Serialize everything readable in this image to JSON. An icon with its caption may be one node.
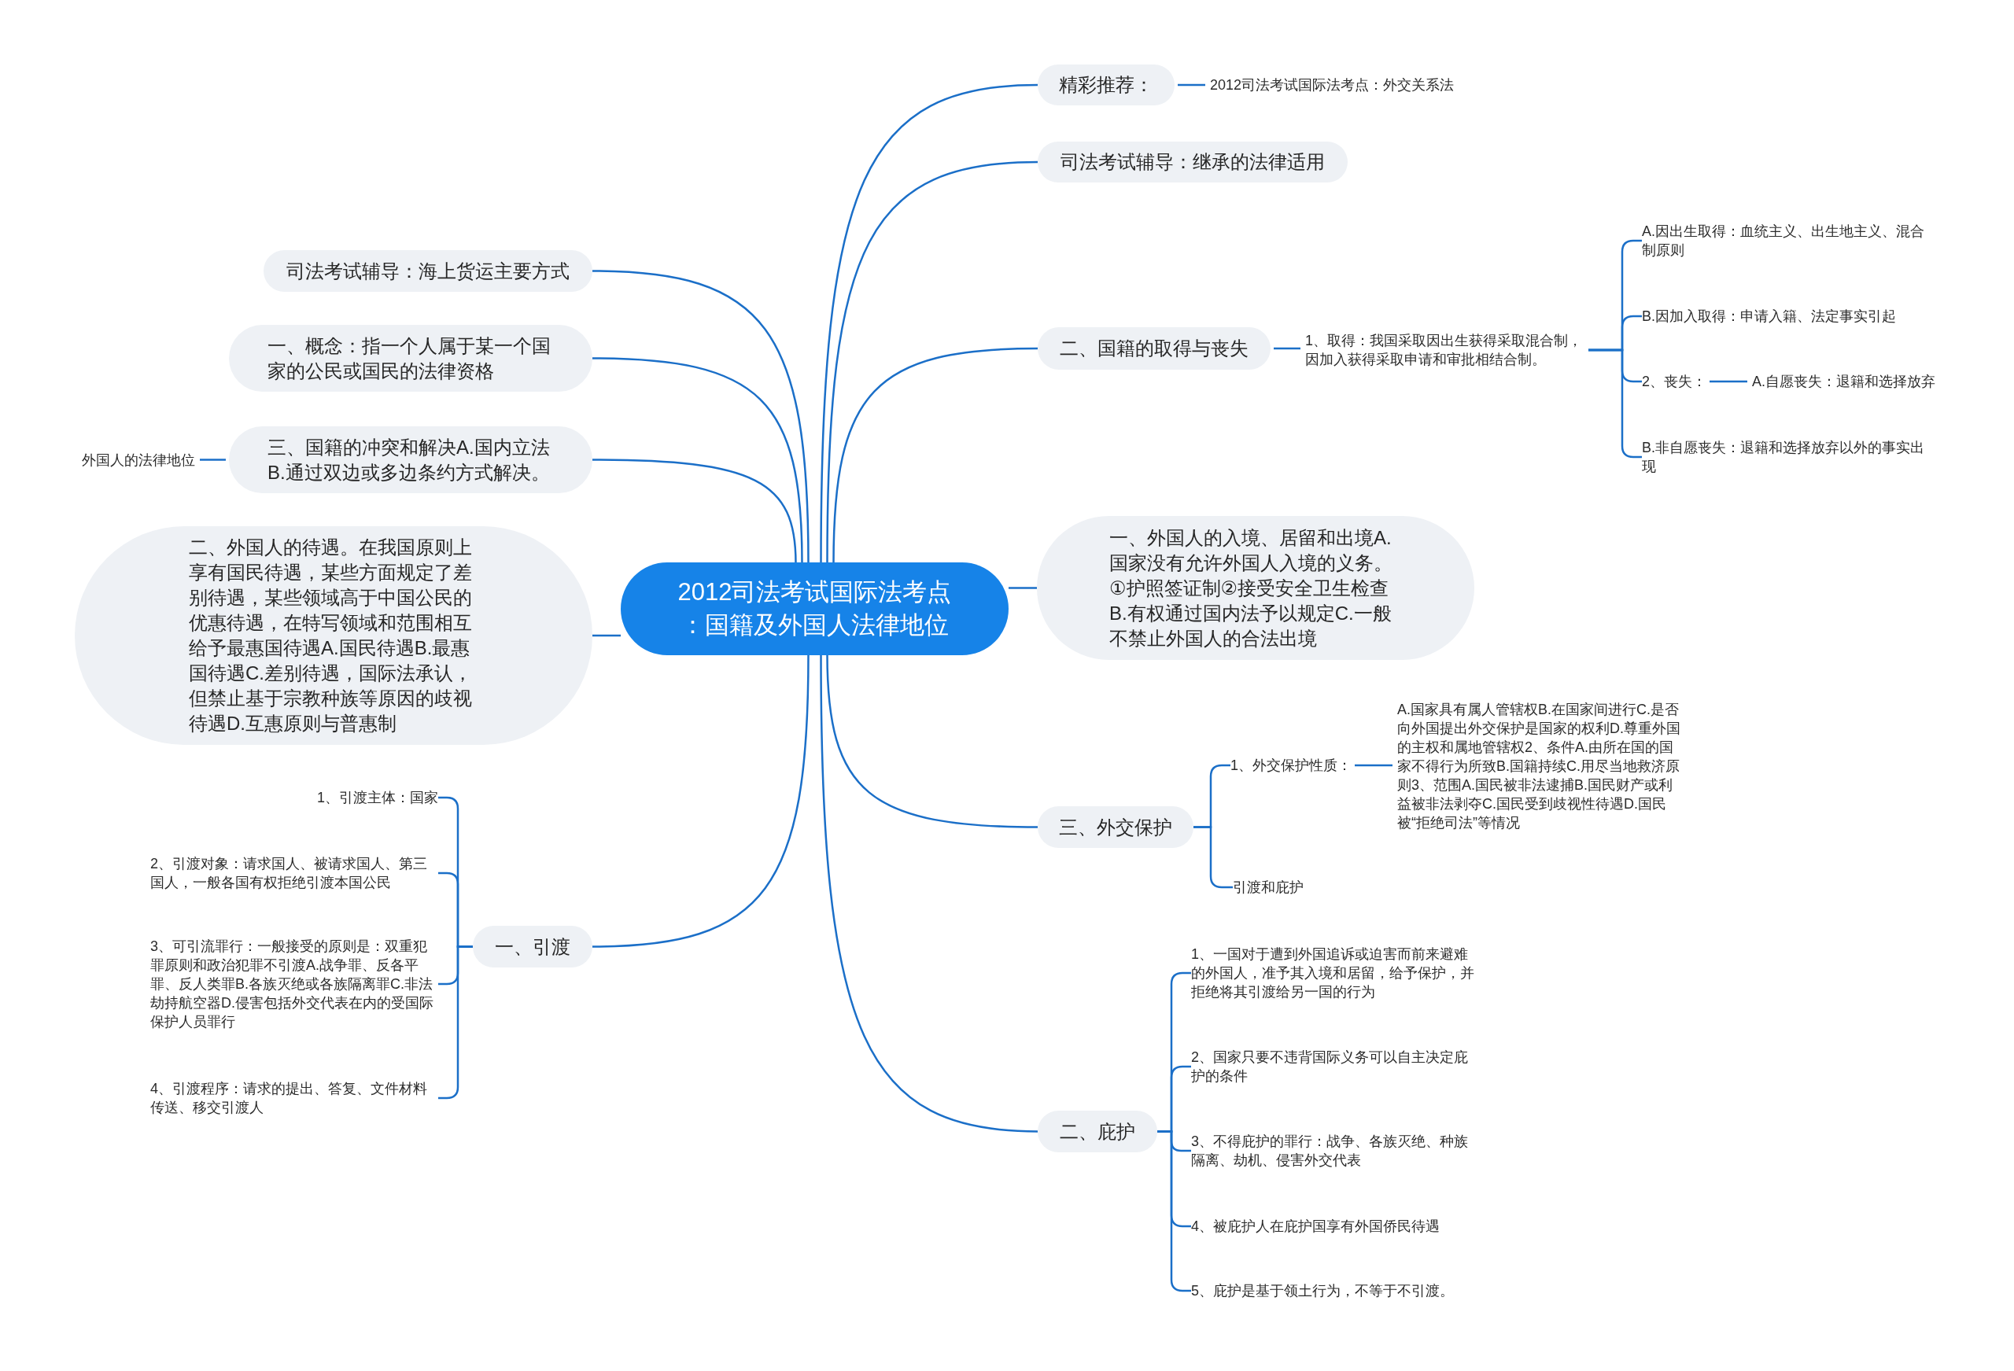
{
  "diagram": {
    "nodes": [
      {
        "text": [
          "2012司法考试国际法考点：国籍及外国人法律地位"
        ]
      },
      {
        "text": [
          "精彩推荐："
        ]
      },
      {
        "text": [
          "2012司法考试国际法考点：外交关系法"
        ]
      },
      {
        "text": [
          "司法考试辅导：继承的法律适用"
        ]
      },
      {
        "text": [
          "二、国籍的取得与丧失"
        ]
      },
      {
        "text": [
          "1、取得：我国采取因出生获得采取混合制，因加入获得采取申请和审批相结合制。"
        ]
      },
      {
        "text": [
          "A.因出生取得：血统主义、出生地主义、混合制原则"
        ]
      },
      {
        "text": [
          "B.因加入取得：申请入籍、法定事实引起"
        ]
      },
      {
        "text": [
          "2、丧失："
        ]
      },
      {
        "text": [
          "A.自愿丧失：退籍和选择放弃"
        ]
      },
      {
        "text": [
          "B.非自愿丧失：退籍和选择放弃以外的事实出现"
        ]
      },
      {
        "text": [
          "一、外国人的入境、居留和出境A.国家没有允许外国人入境的义务。①护照签证制②接受安全卫生检查B.有权通过国内法予以规定C.一般不禁止外国人的合法出境"
        ]
      },
      {
        "text": [
          "三、外交保护"
        ]
      },
      {
        "text": [
          "1、外交保护性质："
        ]
      },
      {
        "text": [
          "A.国家具有属人管辖权B.在国家间进行C.是否向外国提出外交保护是国家的权利D.尊重外国的主权和属地管辖权2、条件A.由所在国的国家不得行为所致B.国籍持续C.用尽当地救济原则3、范围A.国民被非法逮捕B.国民财产或利益被非法剥夺C.国民受到歧视性待遇D.国民被“拒绝司法”等情况"
        ]
      },
      {
        "text": [
          "引渡和庇护"
        ]
      },
      {
        "text": [
          "二、庇护"
        ]
      },
      {
        "text": [
          "1、一国对于遭到外国追诉或迫害而前来避难的外国人，准予其入境和居留，给予保护，并拒绝将其引渡给另一国的行为"
        ]
      },
      {
        "text": [
          "2、国家只要不违背国际义务可以自主决定庇护的条件"
        ]
      },
      {
        "text": [
          "3、不得庇护的罪行：战争、各族灭绝、种族隔离、劫机、侵害外交代表"
        ]
      },
      {
        "text": [
          "4、被庇护人在庇护国享有外国侨民待遇"
        ]
      },
      {
        "text": [
          "5、庇护是基于领土行为，不等于不引渡。"
        ]
      },
      {
        "text": [
          "司法考试辅导：海上货运主要方式"
        ]
      },
      {
        "text": [
          "一、概念：指一个人属于某一个国家的公民或国民的法律资格"
        ]
      },
      {
        "text": [
          "三、国籍的冲突和解决A.国内立法B.通过双边或多边条约方式解决。"
        ]
      },
      {
        "text": [
          "外国人的法律地位"
        ]
      },
      {
        "text": [
          "二、外国人的待遇。在我国原则上享有国民待遇，某些方面规定了差别待遇，某些领域高于中国公民的优惠待遇，在特写领域和范围相互给予最惠国待遇A.国民待遇B.最惠国待遇C.差别待遇，国际法承认，但禁止基于宗教种族等原因的歧视待遇D.互惠原则与普惠制"
        ]
      },
      {
        "text": [
          "一、引渡"
        ]
      },
      {
        "text": [
          "1、引渡主体：国家"
        ]
      },
      {
        "text": [
          "2、引渡对象：请求国人、被请求国人、第三国人，一般各国有权拒绝引渡本国公民"
        ]
      },
      {
        "text": [
          "3、可引流罪行：一般接受的原则是：双重犯罪原则和政治犯罪不引渡A.战争罪、反各平罪、反人类罪B.各族灭绝或各族隔离罪C.非法劫持航空器D.侵害包括外交代表在内的受国际保护人员罪行"
        ]
      },
      {
        "text": [
          "4、引渡程序：请求的提出、答复、文件材料传送、移交引渡人"
        ]
      }
    ],
    "edges": [
      {
        "from": 0,
        "to": 1,
        "arrow": "none"
      },
      {
        "from": 0,
        "to": 3,
        "arrow": "none"
      },
      {
        "from": 0,
        "to": 4,
        "arrow": "none"
      },
      {
        "from": 0,
        "to": 11,
        "arrow": "none"
      },
      {
        "from": 0,
        "to": 12,
        "arrow": "none"
      },
      {
        "from": 0,
        "to": 16,
        "arrow": "none"
      },
      {
        "from": 0,
        "to": 22,
        "arrow": "none"
      },
      {
        "from": 0,
        "to": 23,
        "arrow": "none"
      },
      {
        "from": 0,
        "to": 24,
        "arrow": "none"
      },
      {
        "from": 0,
        "to": 26,
        "arrow": "none"
      },
      {
        "from": 0,
        "to": 27,
        "arrow": "none"
      },
      {
        "from": 1,
        "to": 2,
        "arrow": "none"
      },
      {
        "from": 4,
        "to": 5,
        "arrow": "none"
      },
      {
        "from": 5,
        "to": 6,
        "arrow": "none"
      },
      {
        "from": 5,
        "to": 7,
        "arrow": "none"
      },
      {
        "from": 5,
        "to": 8,
        "arrow": "none"
      },
      {
        "from": 5,
        "to": 10,
        "arrow": "none"
      },
      {
        "from": 8,
        "to": 9,
        "arrow": "none"
      },
      {
        "from": 12,
        "to": 13,
        "arrow": "none"
      },
      {
        "from": 12,
        "to": 15,
        "arrow": "none"
      },
      {
        "from": 13,
        "to": 14,
        "arrow": "none"
      },
      {
        "from": 16,
        "to": 17,
        "arrow": "none"
      },
      {
        "from": 16,
        "to": 18,
        "arrow": "none"
      },
      {
        "from": 16,
        "to": 19,
        "arrow": "none"
      },
      {
        "from": 16,
        "to": 20,
        "arrow": "none"
      },
      {
        "from": 16,
        "to": 21,
        "arrow": "none"
      },
      {
        "from": 24,
        "to": 25,
        "arrow": "none"
      },
      {
        "from": 27,
        "to": 28,
        "arrow": "none"
      },
      {
        "from": 27,
        "to": 29,
        "arrow": "none"
      },
      {
        "from": 27,
        "to": 30,
        "arrow": "none"
      },
      {
        "from": 27,
        "to": 31,
        "arrow": "none"
      }
    ]
  }
}
